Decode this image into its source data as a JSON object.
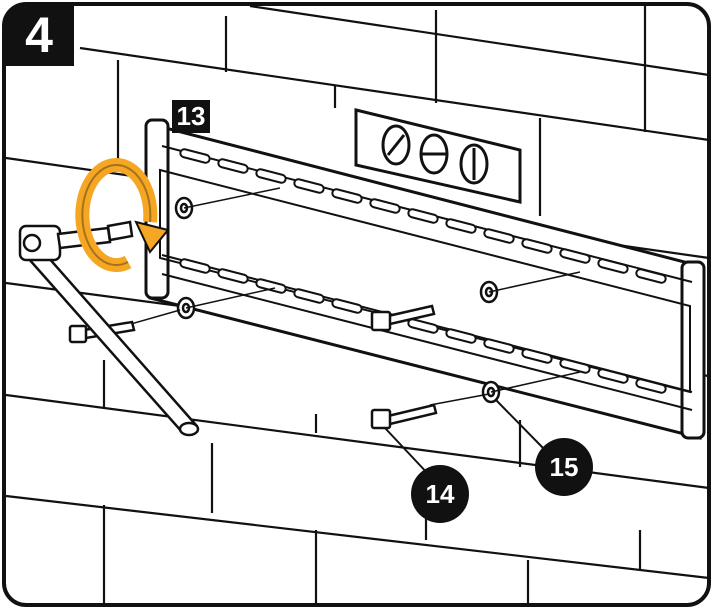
{
  "step_number": "4",
  "part_labels": {
    "wall_plate": "13",
    "lag_bolt": "14",
    "washer": "15"
  },
  "colors": {
    "rotation_arrow": "#F5A623",
    "outline": "#111111",
    "background": "#FFFFFF"
  },
  "icons": {
    "rotation": "clockwise-rotation-arrow-icon",
    "tool": "socket-wrench-icon",
    "level": "bubble-level-icon"
  }
}
